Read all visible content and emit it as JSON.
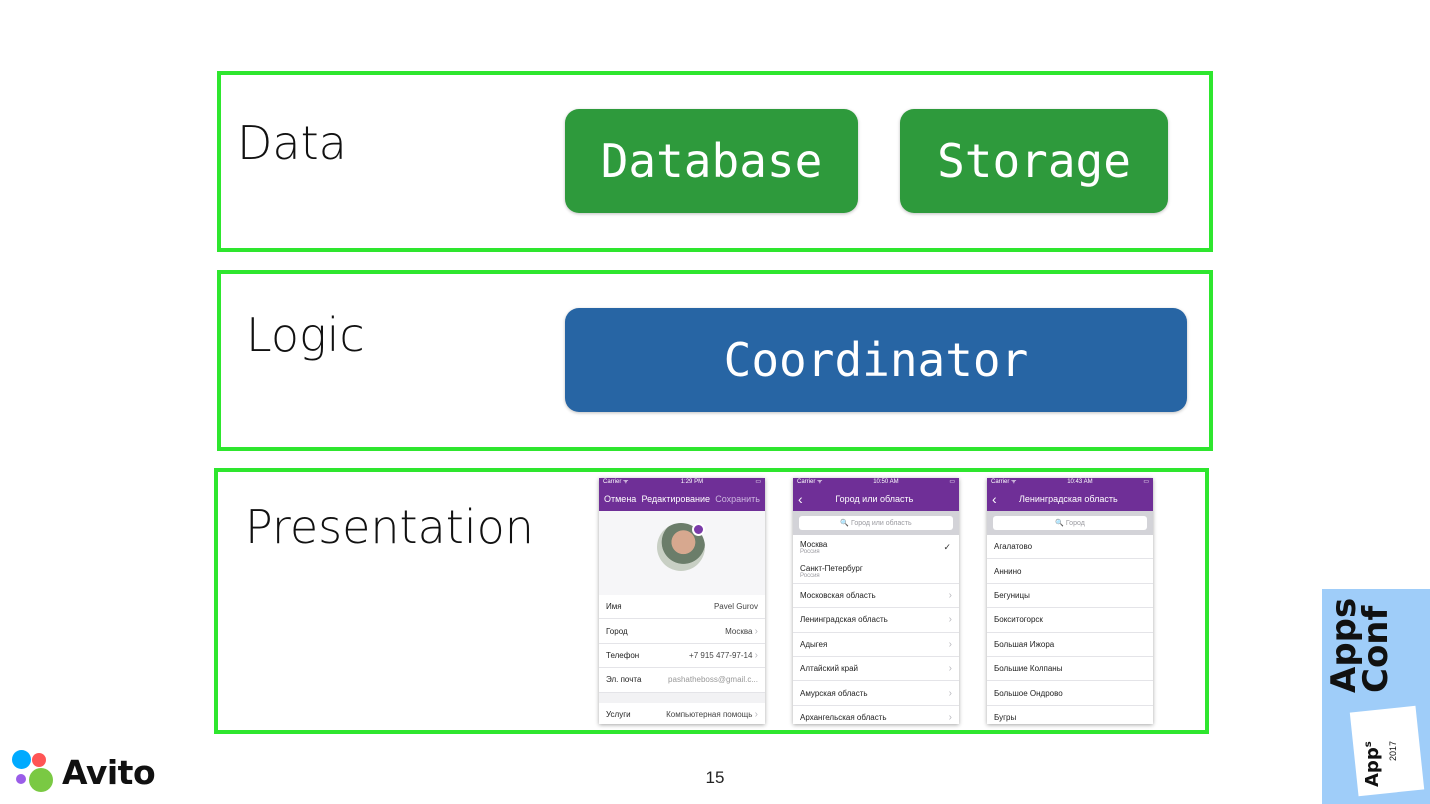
{
  "layers": {
    "data": {
      "label": "Data",
      "blocks": [
        "Database",
        "Storage"
      ]
    },
    "logic": {
      "label": "Logic",
      "blocks": [
        "Coordinator"
      ]
    },
    "presentation": {
      "label": "Presentation"
    }
  },
  "phones": [
    {
      "status_left": "Carrier ᯤ",
      "status_time": "1:29 PM",
      "nav_left": "Отмена",
      "nav_title": "Редактирование",
      "nav_right": "Сохранить",
      "fields": [
        {
          "label": "Имя",
          "value": "Pavel Gurov"
        },
        {
          "label": "Город",
          "value": "Москва"
        },
        {
          "label": "Телефон",
          "value": "+7 915 477-97-14"
        },
        {
          "label": "Эл. почта",
          "value": "pashatheboss@gmail.c..."
        }
      ],
      "service": {
        "label": "Услуги",
        "value": "Компьютерная помощь"
      }
    },
    {
      "status_left": "Carrier ᯤ",
      "status_time": "10:50 AM",
      "nav_left": "‹",
      "nav_title": "Город или область",
      "search_placeholder": "🔍 Город или область",
      "cities": [
        {
          "name": "Москва",
          "sub": "Россия"
        },
        {
          "name": "Санкт-Петербург",
          "sub": "Россия"
        }
      ],
      "items": [
        "Московская область",
        "Ленинградская область",
        "Адыгея",
        "Алтайский край",
        "Амурская область",
        "Архангельская область"
      ]
    },
    {
      "status_left": "Carrier ᯤ",
      "status_time": "10:43 AM",
      "nav_left": "‹",
      "nav_title": "Ленинградская область",
      "search_placeholder": "🔍 Город",
      "items": [
        "Агалатово",
        "Аннино",
        "Бегуницы",
        "Бокситогорск",
        "Большая Ижора",
        "Большие Колпаны",
        "Большое Ондрово",
        "Бугры"
      ]
    }
  ],
  "page_number": "15",
  "brand": {
    "name": "Avito",
    "dot_colors": [
      "#0af",
      "#f55",
      "#9a5de8",
      "#7ac943"
    ]
  },
  "conference": {
    "word1": "Apps",
    "word2": "Conf",
    "badge": "App",
    "badge_sup": "s",
    "year": "2017"
  }
}
